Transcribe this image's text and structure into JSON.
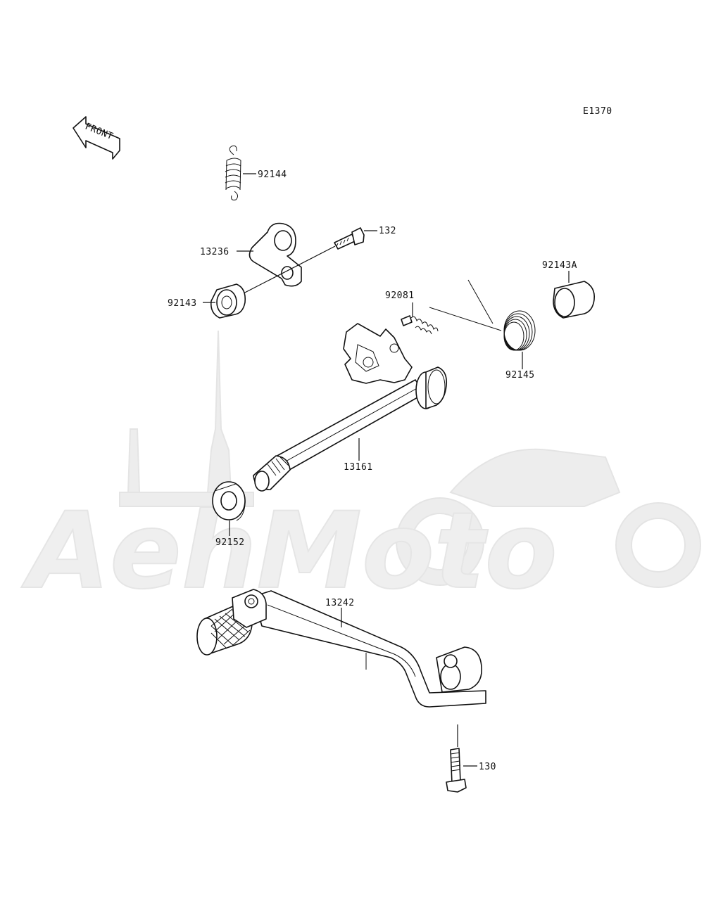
{
  "diagram": {
    "code": "E1370",
    "front_label": "FRONT",
    "watermark_text": "AehMoto",
    "parts": {
      "p92144": "92144",
      "p132": "132",
      "p13236": "13236",
      "p92143": "92143",
      "p92081": "92081",
      "p92143A": "92143A",
      "p92145": "92145",
      "p13161": "13161",
      "p92152": "92152",
      "p13242": "13242",
      "p130": "130"
    }
  }
}
